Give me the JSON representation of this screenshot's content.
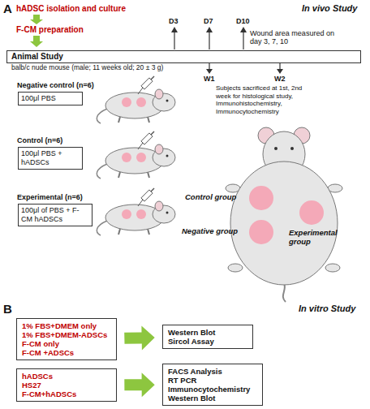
{
  "diagram": {
    "nodes": [
      {
        "text": [
          "Animal Study"
        ]
      },
      {
        "text": [
          "Negative control (n=6)",
          "100μl PBS"
        ]
      },
      {
        "text": [
          "Control (n=6)",
          "100μl PBS + hADSCs"
        ]
      },
      {
        "text": [
          "Experimental (n=6)",
          "100μl of PBS + F-CM hADSCs"
        ]
      },
      {
        "text": [
          "1% FBS+DMEM only",
          "1% FBS+DMEM-ADSCs",
          "F-CM only",
          "F-CM +ADSCs"
        ]
      },
      {
        "text": [
          "Western Blot",
          "Sircol Assay"
        ]
      },
      {
        "text": [
          "hADSCs",
          "HS27",
          "F-CM+hADSCs"
        ]
      },
      {
        "text": [
          "FACS Analysis",
          "RT PCR",
          "Immunocytochemistry",
          "Western Blot"
        ]
      }
    ],
    "edges": [
      {
        "from": 4,
        "to": 5,
        "arrow": "to"
      },
      {
        "from": 6,
        "to": 7,
        "arrow": "to"
      }
    ],
    "labels": [
      "A",
      "In vivo Study",
      "hADSC isolation and culture",
      "F-CM preparation",
      "D3",
      "D7",
      "D10",
      "Wound area measured on day 3, 7, 10",
      "balb/c nude mouse (male; 11 weeks old; 20 ± 3 g)",
      "W1",
      "W2",
      "Subjects sacrificed at 1st, 2nd week for histological study, Immunohistochemistry, Immunocytochemistry",
      "Control group",
      "Negative group",
      "Experimental group",
      "B",
      "In vitro Study"
    ]
  }
}
